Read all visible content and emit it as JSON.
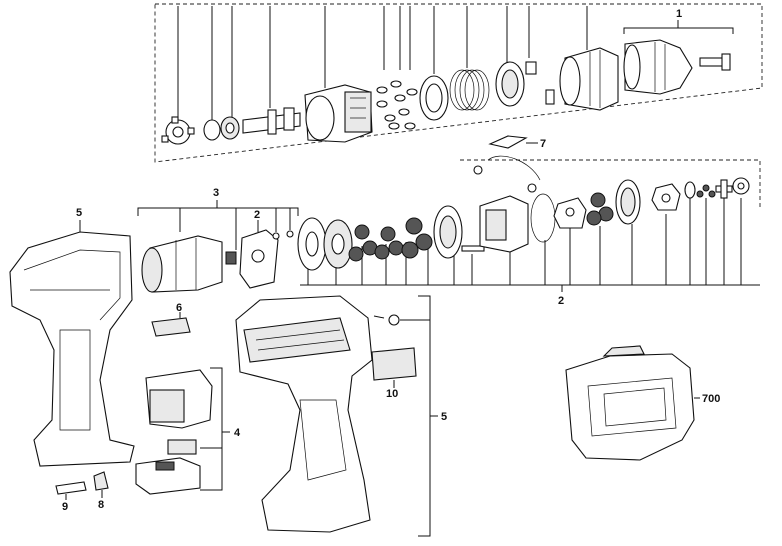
{
  "callouts": {
    "c1": "1",
    "c2_top": "2",
    "c2_bottom": "2",
    "c3": "3",
    "c4": "4",
    "c5_left": "5",
    "c5_right": "5",
    "c6": "6",
    "c7": "7",
    "c8": "8",
    "c9": "9",
    "c10": "10",
    "c700": "700"
  }
}
